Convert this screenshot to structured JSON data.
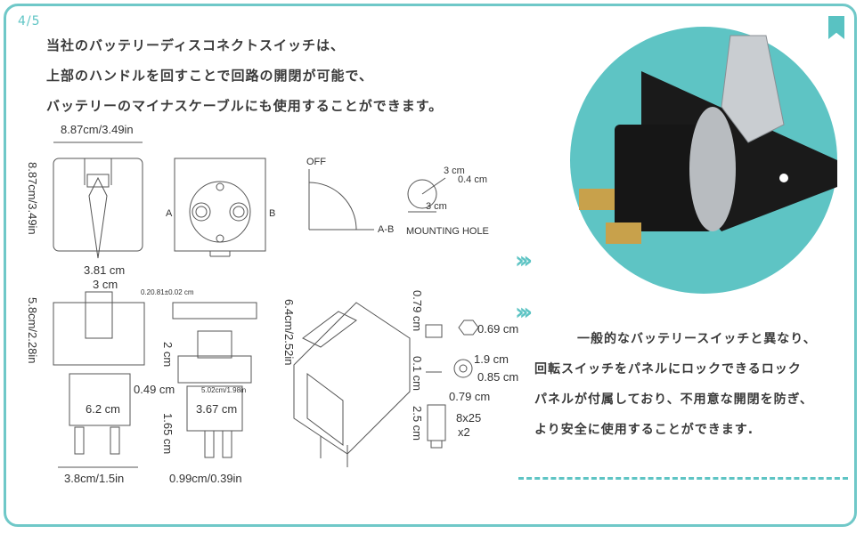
{
  "page": {
    "number": "4/5"
  },
  "intro": {
    "line1": "当社のバッテリーディスコネクトスイッチは、",
    "line2": "上部のハンドルを回すことで回路の開閉が可能で、",
    "line3": "バッテリーのマイナスケーブルにも使用することができます。"
  },
  "outro": {
    "line1": "一般的なバッテリースイッチと異なり、",
    "line2": "回転スイッチをパネルにロックできるロック",
    "line3": "パネルが付属しており、不用意な開閉を防ぎ、",
    "line4": "より安全に使用することができます."
  },
  "dims": {
    "top_width": "8.87cm/3.49in",
    "top_height": "8.87cm/3.49in",
    "off": "OFF",
    "ab": "A-B",
    "a": "A",
    "b": "B",
    "mounting_hole": "MOUNTING HOLE",
    "hole_3cm_a": "3 cm",
    "hole_04": "0.4 cm",
    "hole_3cm_b": "3 cm",
    "w381": "3.81 cm",
    "w3": "3 cm",
    "h58": "5.8cm/2.28in",
    "tol": "0.20.81±0.02 cm",
    "d049": "0.49 cm",
    "d62": "6.2 cm",
    "w38": "3.8cm/1.5in",
    "h2": "2 cm",
    "d367": "3.67 cm",
    "h165": "1.65 cm",
    "w099": "0.99cm/0.39in",
    "h64": "6.4cm/2.52in",
    "nut_h": "0.79 cm",
    "nut_d": "0.69 cm",
    "wash_t": "0.1 cm",
    "wash_o": "1.9 cm",
    "wash_i": "0.85 cm",
    "bolt_d": "0.79 cm",
    "bolt_l": "2.5 cm",
    "bolt_spec": "8x25",
    "bolt_qty": "x2",
    "small_label": "5.02cm/1.98in"
  },
  "colors": {
    "accent": "#5ec4c4",
    "text": "#3a3a3a"
  }
}
